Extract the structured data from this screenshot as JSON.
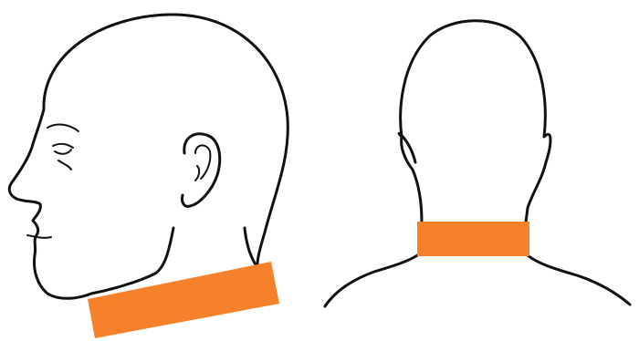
{
  "colors": {
    "background": "#ffffff",
    "line_art": "#111111",
    "highlight": "#f5822a"
  },
  "figures": [
    {
      "view": "side-profile",
      "highlight_region": "neck"
    },
    {
      "view": "back",
      "highlight_region": "neck"
    }
  ]
}
